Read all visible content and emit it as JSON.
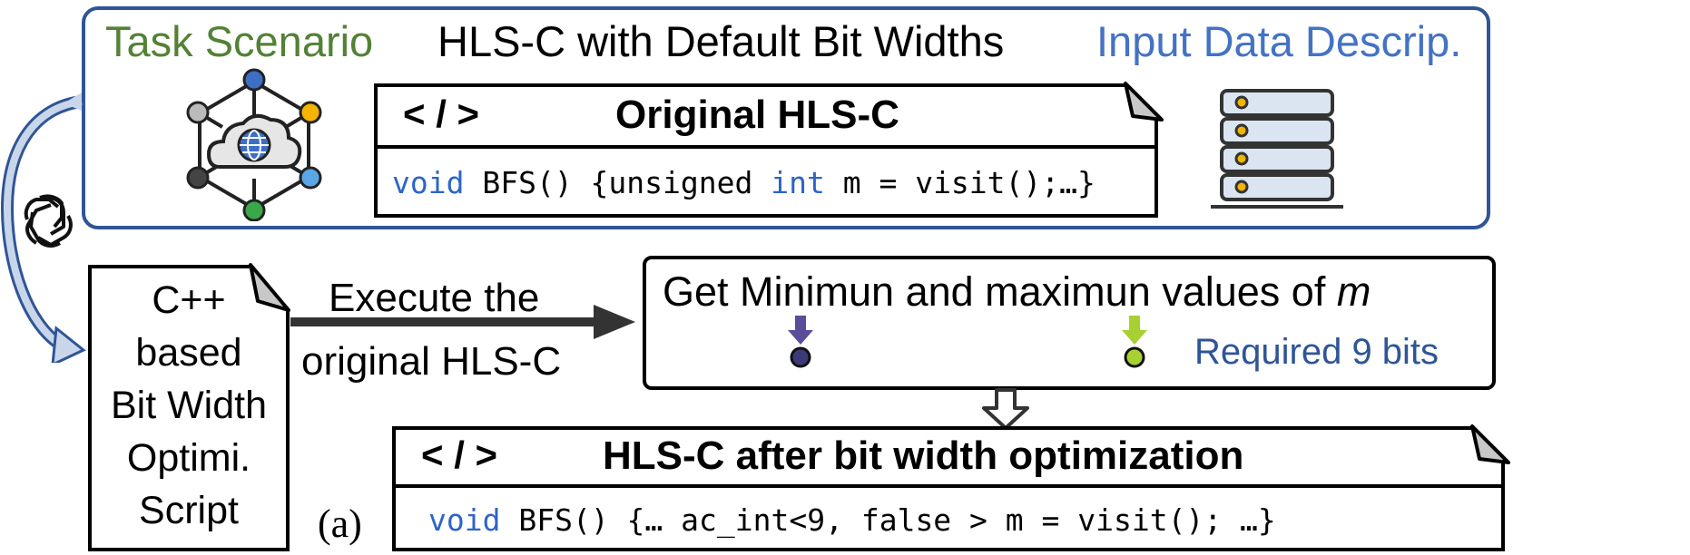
{
  "header": {
    "task_scenario": "Task Scenario",
    "hls_default": "HLS-C with Default Bit Widths",
    "input_data": "Input Data Descrip."
  },
  "original_doc": {
    "tag": "< / >",
    "title": "Original HLS-C",
    "code_kw1": "void",
    "code_mid": " BFS() {unsigned ",
    "code_kw2": "int",
    "code_end": " m = visit();…}"
  },
  "script_box": {
    "line1": "C++",
    "line2": "based",
    "line3": "Bit Width",
    "line4": "Optimi.",
    "line5": "Script"
  },
  "execute_label": {
    "line1": "Execute the",
    "line2": "original HLS-C"
  },
  "minmax_panel": {
    "title_prefix": "Get Minimun and maximun values of ",
    "title_var": "m",
    "required": "Required 9 bits"
  },
  "optimized_doc": {
    "tag": "< / >",
    "title": "HLS-C after bit width optimization",
    "code_kw": "void",
    "code_rest": " BFS() {… ac_int<9, false > m = visit(); …}"
  },
  "panel_label": "(a)",
  "colors": {
    "frame_blue": "#2f5597",
    "task_green": "#538135",
    "input_blue": "#4472c4",
    "keyword_blue": "#2e64c8",
    "bar_start": "#3d3a7a",
    "bar_end": "#a6d131"
  }
}
